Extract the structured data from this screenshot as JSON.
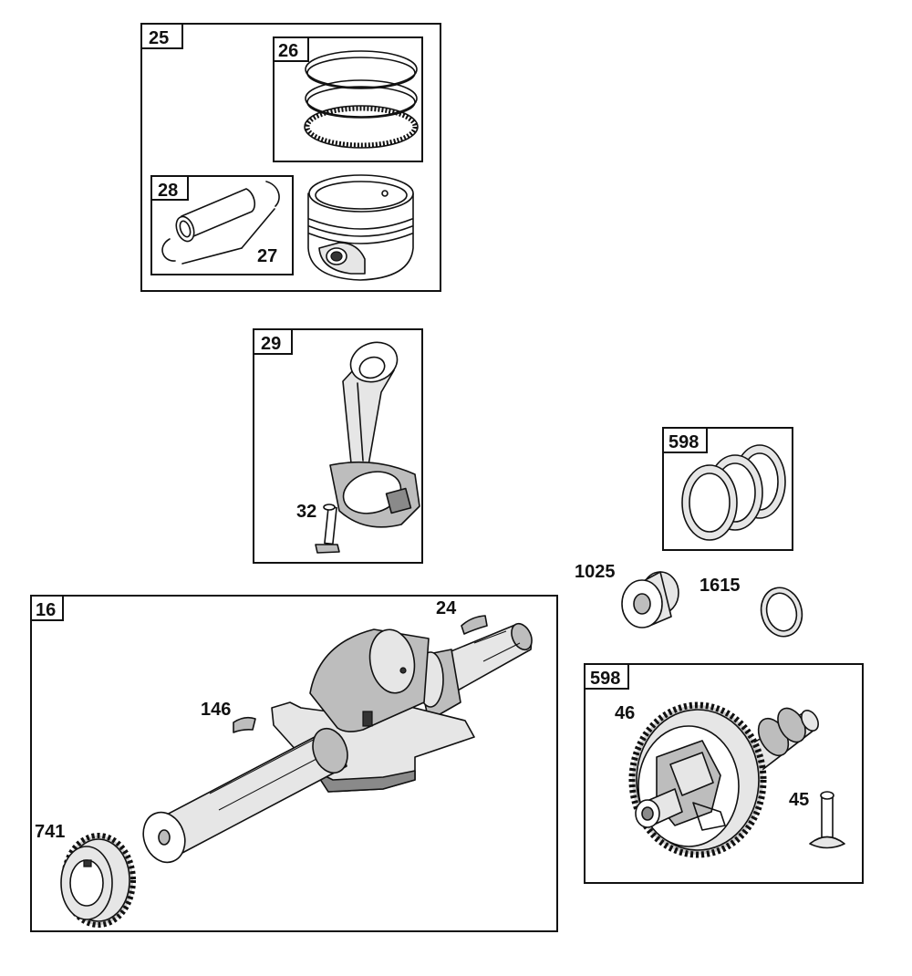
{
  "colors": {
    "line": "#111111",
    "shade_light": "#e6e6e6",
    "shade_mid": "#bdbdbd",
    "shade_dark": "#8a8a8a"
  },
  "groups": [
    {
      "id": "box-25",
      "label": "25"
    },
    {
      "id": "box-26",
      "label": "26"
    },
    {
      "id": "box-28",
      "label": "28"
    },
    {
      "id": "box-29",
      "label": "29"
    },
    {
      "id": "box-598-top",
      "label": "598"
    },
    {
      "id": "box-16",
      "label": "16"
    },
    {
      "id": "box-598-bottom",
      "label": "598"
    }
  ],
  "callouts": [
    {
      "id": "27",
      "label": "27"
    },
    {
      "id": "32",
      "label": "32"
    },
    {
      "id": "1025",
      "label": "1025"
    },
    {
      "id": "1615",
      "label": "1615"
    },
    {
      "id": "24",
      "label": "24"
    },
    {
      "id": "146",
      "label": "146"
    },
    {
      "id": "741",
      "label": "741"
    },
    {
      "id": "46",
      "label": "46"
    },
    {
      "id": "45",
      "label": "45"
    }
  ]
}
